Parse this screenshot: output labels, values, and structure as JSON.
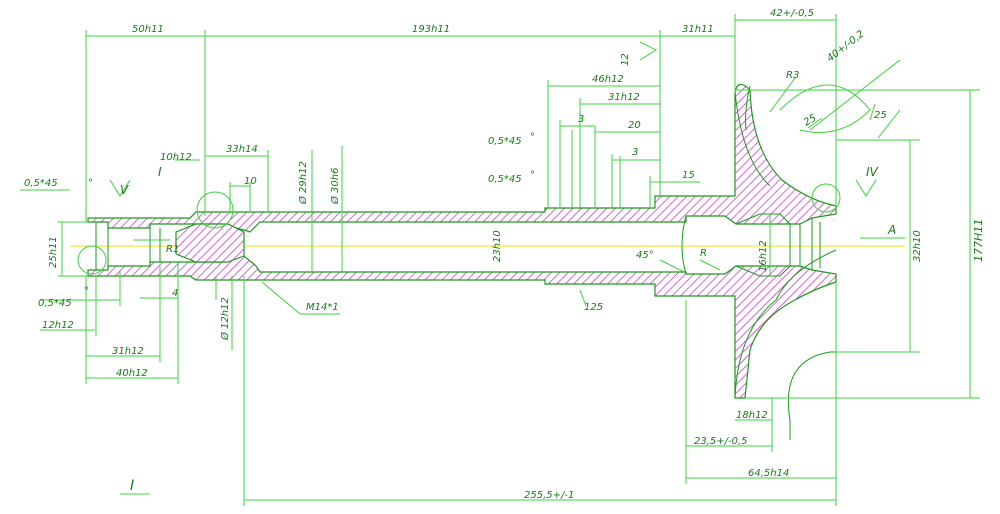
{
  "colors": {
    "background": "#ffffff",
    "dimension": "#3fd23f",
    "outline": "#1a9a1a",
    "hatch": "#d23fd2",
    "axis": "#e8e800",
    "text": "#1a7a1a",
    "callout": "#2a62c8"
  },
  "dimensions": {
    "d_50h11": "50h11",
    "d_193h11": "193h11",
    "d_31h11": "31h11",
    "d_42": "42+/-0,5",
    "d_40_02": "40+/-0,2",
    "d_R3": "R3",
    "d_12": "12",
    "d_46h12": "46h12",
    "d_31h12_top": "31h12",
    "d_3_a": "3",
    "d_20": "20",
    "d_3_b": "3",
    "d_05x45_a": "0,5*45",
    "d_05x45_b": "0,5*45",
    "d_15": "15",
    "d_25_a": "25",
    "d_25_b": "25",
    "d_10h12": "10h12",
    "d_33h14": "33h14",
    "d_10": "10",
    "d_05x45_left": "0,5*45",
    "d_dia_29h12": "Ø 29h12",
    "d_dia_30h6": "Ø 30h6",
    "d_25h11": "25h11",
    "d_23h10": "23h10",
    "d_R1": "R1",
    "d_05x45_bl": "0,5*45",
    "d_4": "4",
    "d_12h12": "12h12",
    "d_31h12_bot": "31h12",
    "d_40h12": "40h12",
    "d_dia_12h12": "Ø 12h12",
    "d_M14": "M14*1",
    "d_45deg": "45°",
    "d_R": "R",
    "d_16h12": "16h12",
    "d_32h10": "32h10",
    "d_177h11": "177H11",
    "d_125": "125",
    "d_18h12": "18h12",
    "d_235": "23,5+/-0,5",
    "d_64": "64,5h14",
    "d_2555": "255,5+/-1",
    "d_A": "A"
  },
  "callouts": {
    "view_I": "I",
    "view_V": "V",
    "view_IV": "IV",
    "detail_I": "I"
  },
  "markers": {
    "deg_a": "°",
    "deg_b": "°",
    "deg_c": "°",
    "deg_d": "°"
  }
}
